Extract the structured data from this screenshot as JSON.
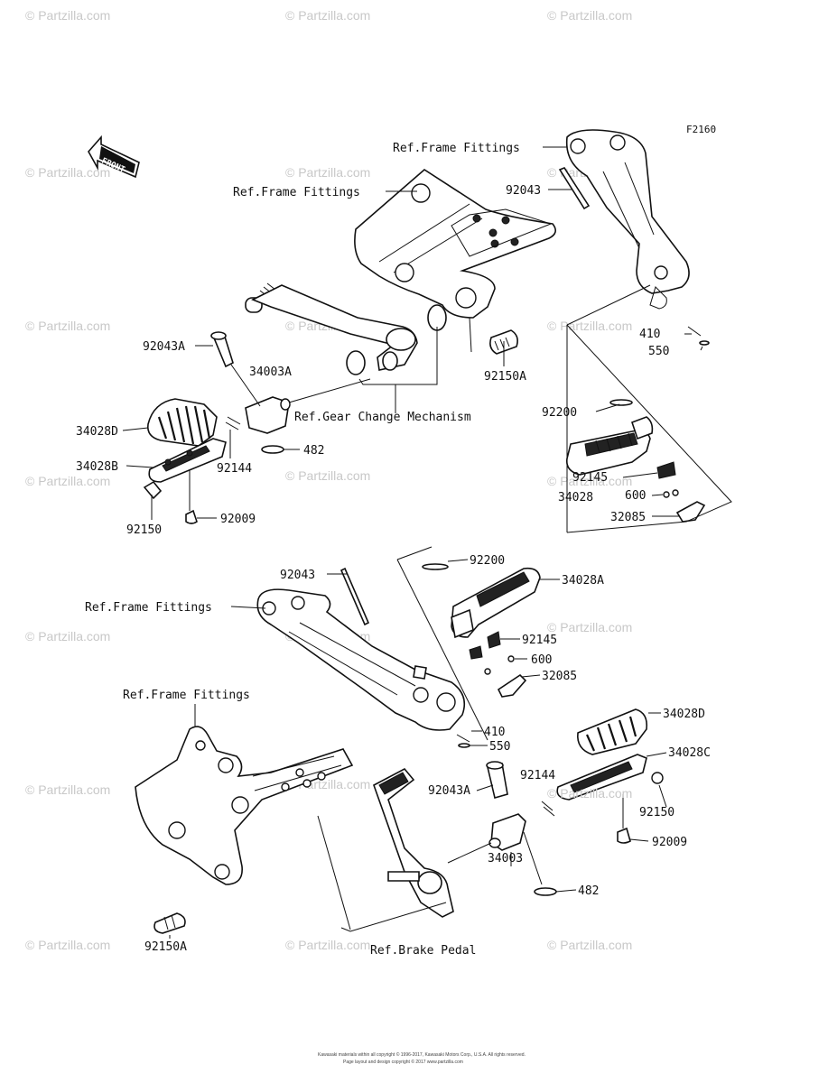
{
  "figure_code": "F2160",
  "front_marker": "FRONT",
  "labels": {
    "ref_frame_fittings": "Ref.Frame Fittings",
    "ref_gear_change": "Ref.Gear Change Mechanism",
    "ref_brake_pedal": "Ref.Brake Pedal",
    "p92043": "92043",
    "p92043A": "92043A",
    "p34003A": "34003A",
    "p34003": "34003",
    "p34028D": "34028D",
    "p34028B": "34028B",
    "p34028C": "34028C",
    "p34028A": "34028A",
    "p34028": "34028",
    "p92144": "92144",
    "p482": "482",
    "p92150": "92150",
    "p92150A": "92150A",
    "p92009": "92009",
    "p410": "410",
    "p550": "550",
    "p92200": "92200",
    "p92145": "92145",
    "p600": "600",
    "p32085": "32085"
  },
  "watermark": "© Partzilla.com",
  "footer": {
    "line1": "Kawasaki materials within all copyright © 1996-2017, Kawasaki Motors Corp., U.S.A. All rights reserved.",
    "line2": "Page layout and design copyright © 2017 www.partzilla.com"
  }
}
